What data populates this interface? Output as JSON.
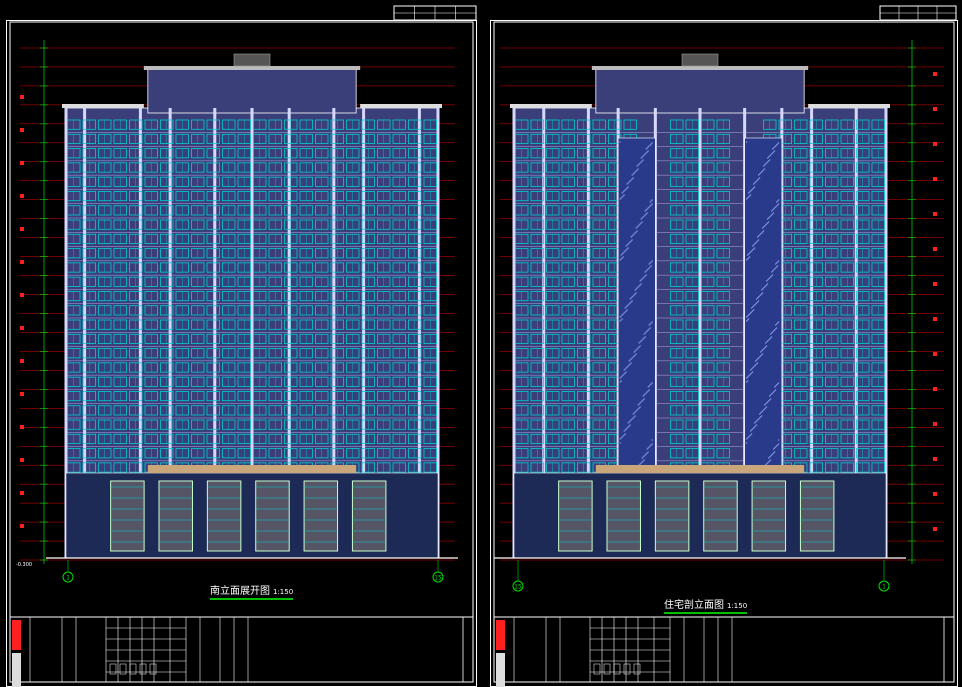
{
  "drawings": [
    {
      "title": "南立面展开图",
      "scale": "1:150",
      "axis_left": "1",
      "axis_right": "15",
      "base_level": "-0.300"
    },
    {
      "title": "住宅剖立面图",
      "scale": "1:150",
      "axis_left": "15",
      "axis_right": "1"
    }
  ],
  "colors": {
    "background": "#000000",
    "facade": "#3a3f7a",
    "window": "#00d0d0",
    "level_line": "#e00000",
    "dimension": "#00e000",
    "frame": "#ffffff",
    "title_block_red": "#ff2020"
  },
  "icons": [
    "axis-bubble",
    "level-marker"
  ]
}
